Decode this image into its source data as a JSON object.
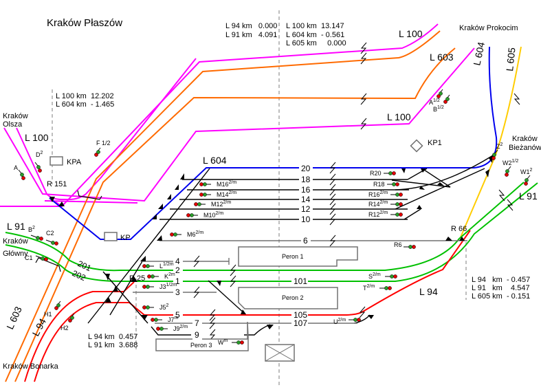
{
  "title": "Kraków Płaszów",
  "colors": {
    "L100": "#ff00ff",
    "L603": "#ff6a00",
    "L604": "#0000ee",
    "L605": "#ffcc00",
    "L91": "#00c000",
    "L94": "#ff0000",
    "station_tracks": "#000000",
    "grey_tracks": "#707070"
  },
  "stations": {
    "olsza": [
      "Kraków",
      "Olsza"
    ],
    "prokocim": "Kraków Prokocim",
    "glowny": [
      "Kraków",
      "Główny"
    ],
    "biezanow": [
      "Kraków",
      "Bieżanów"
    ],
    "bonarka": "Kraków Bonarka"
  },
  "line_labels": {
    "l100_top": "L 100",
    "l100_mid": "L 100",
    "l100_left": "L 100",
    "l603_top": "L 603",
    "l603_left": "L 603",
    "l604_top": "L 604",
    "l604_mid": "L 604",
    "l605": "L 605",
    "l91_left": "L 91",
    "l91_right": "L 91",
    "l94_left": "L 94",
    "l94_right": "L 94"
  },
  "km_markers": {
    "center": [
      "L 94 km   0.000",
      "L 91 km   4.091"
    ],
    "center_right": [
      "L 100 km  13.147",
      "L 604 km  - 0.561",
      "L 605 km     0.000"
    ],
    "left": [
      "L 100 km  12.202",
      "L 604 km  - 1.465"
    ],
    "bottom_left": [
      "L 94 km  0.457",
      "L 91 km  3.688"
    ],
    "right": [
      "L 94   km  - 0.457",
      "L 91   km    4.547",
      "L 605 km  - 0.151"
    ]
  },
  "posts": {
    "r151": "R 151",
    "r25": "R 25",
    "r66": "R 66",
    "kpa": "KPA",
    "kp": "KP",
    "kp1": "KP1"
  },
  "tracks": {
    "t20": "20",
    "t18": "18",
    "t16": "16",
    "t14": "14",
    "t12": "12",
    "t10": "10",
    "t6": "6",
    "t4": "4",
    "t2": "2",
    "t1": "1",
    "t3": "3",
    "t5": "5",
    "t7": "7",
    "t9": "9",
    "t101": "101",
    "t105": "105",
    "t107": "107",
    "t201": "201",
    "t202": "202"
  },
  "platforms": {
    "p1": "Peron 1",
    "p2": "Peron 2",
    "p3": "Peron 3"
  },
  "signals": {
    "A": {
      "name": "A",
      "sup": ""
    },
    "D2": {
      "name": "D",
      "sup": "2"
    },
    "F12": {
      "name": "F 1/2",
      "sup": ""
    },
    "A12": {
      "name": "A",
      "sup": "1/2"
    },
    "B12": {
      "name": "B",
      "sup": "1/2"
    },
    "B2": {
      "name": "B",
      "sup": "2"
    },
    "C2": {
      "name": "C2",
      "sup": ""
    },
    "C1": {
      "name": "C1",
      "sup": ""
    },
    "H1": {
      "name": "H1",
      "sup": ""
    },
    "H2": {
      "name": "H2",
      "sup": ""
    },
    "M16": {
      "name": "M16",
      "sup": "2/m"
    },
    "M14": {
      "name": "M14",
      "sup": "2/m"
    },
    "M12": {
      "name": "M12",
      "sup": "2/m"
    },
    "M10": {
      "name": "M10",
      "sup": "2/m"
    },
    "M6": {
      "name": "M6",
      "sup": "2/m"
    },
    "L12m": {
      "name": "L",
      "sup": "1/2m"
    },
    "K2m": {
      "name": "K",
      "sup": "2m"
    },
    "J312m": {
      "name": "J3",
      "sup": "1/2m"
    },
    "J52": {
      "name": "J5",
      "sup": "2"
    },
    "J7m": {
      "name": "J7",
      "sup": "m"
    },
    "J92m": {
      "name": "J9",
      "sup": "2/m"
    },
    "Wm": {
      "name": "W",
      "sup": "m"
    },
    "U2m": {
      "name": "U",
      "sup": "2/m"
    },
    "T2m": {
      "name": "T",
      "sup": "2/m"
    },
    "S2m": {
      "name": "S",
      "sup": "2/m"
    },
    "R6": {
      "name": "R6",
      "sup": ""
    },
    "R20": {
      "name": "R20",
      "sup": ""
    },
    "R18": {
      "name": "R18",
      "sup": ""
    },
    "R162m": {
      "name": "R16",
      "sup": "2/m"
    },
    "R142m": {
      "name": "R14",
      "sup": "2/m"
    },
    "R122m": {
      "name": "R12",
      "sup": "2/m"
    },
    "Z2": {
      "name": "Z",
      "sup": "2"
    },
    "W212": {
      "name": "W2",
      "sup": "1/2"
    },
    "W12": {
      "name": "W1",
      "sup": "2"
    }
  }
}
